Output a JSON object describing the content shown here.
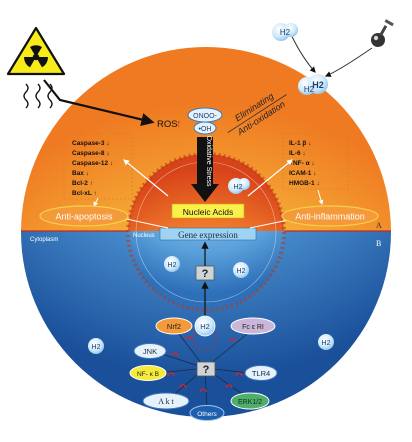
{
  "labels": {
    "ros": "ROS",
    "onoo": "ONOO-",
    "oh": "•OH",
    "oxidative_stress": "Oxidative Stress",
    "eliminating": "Eliminating",
    "anti_oxidation": "Anti-oxidation",
    "nucleic_acids": "Nucleic Acids",
    "nucleus": "Nucleus",
    "gene_expression": "Gene expression",
    "panel_a": "A",
    "panel_b": "B",
    "cytoplasm": "Cytoplasm",
    "anti_apoptosis": "Anti-apoptosis",
    "anti_inflammation": "Anti-inflammation",
    "unknown": "?",
    "h2": "H2"
  },
  "apoptosis_markers": [
    "Caspase-3 ↓",
    "Caspase-8 ↓",
    "Caspase-12 ↓",
    "Bax ↓",
    "Bcl-2 ↑",
    "Bcl-xL ↑"
  ],
  "inflammation_markers": [
    "IL-1 β ↓",
    "IL-6 ↓",
    "TNF- α ↓",
    "ICAM-1 ↓",
    "HMGB-1 ↓"
  ],
  "pathways": {
    "nrf2": "Nrf2",
    "fceri": "Fc ε RI",
    "jnk": "JNK",
    "nfkb": "NF- κ B",
    "tlr4": "TLR4",
    "akt": "A k t",
    "erk": "ERK1/2",
    "others": "Others",
    "h2": "H2"
  },
  "colors": {
    "top_outer": "#f08a2c",
    "top_inner": "#f8e23a",
    "bottom_outer": "#1d5fae",
    "bottom_inner": "#8cc2ea",
    "nucleus_top": "#e8571d",
    "accent_red": "#d8232a"
  }
}
